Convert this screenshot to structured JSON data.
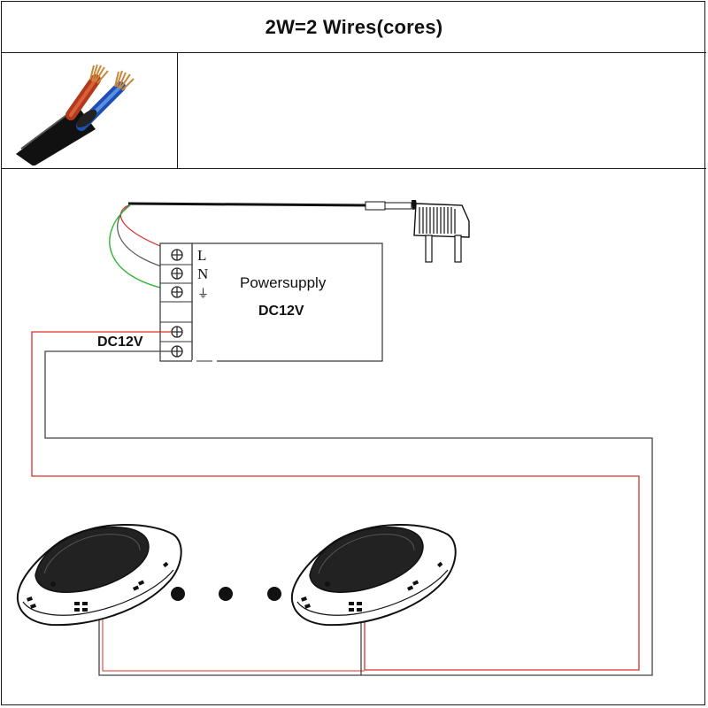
{
  "header": {
    "title": "2W=2 Wires(cores)"
  },
  "power_supply": {
    "name": "Powersupply",
    "voltage": "DC12V",
    "terminals": [
      "L",
      "N",
      "⏚"
    ]
  },
  "output": {
    "label": "DC12V"
  },
  "colors": {
    "wire_red": "#d9302a",
    "wire_green": "#33b533",
    "wire_black": "#333333",
    "cable_red": "#c0391b",
    "cable_blue": "#2a62c9"
  },
  "icons": [
    "cable-icon",
    "plug-icon",
    "screw-terminal-icon",
    "pool-light-icon",
    "ellipsis-dots"
  ]
}
